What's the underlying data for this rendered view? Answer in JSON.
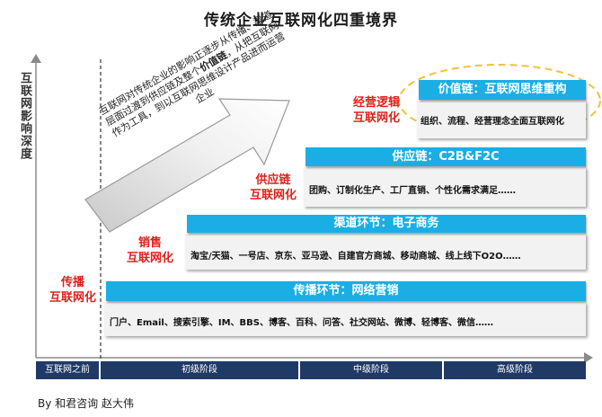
{
  "title": "传统企业互联网化四重境界",
  "y_axis_label": "互联网影响深度",
  "arrow_text": {
    "part1": "互联网对传统企业的影响正逐步从传播、渠道层面过渡到供应链及整个",
    "bold": "价值链",
    "part2": "，从把互联网作为工具，到以互联网思维设计产品进而运营企业"
  },
  "stages": [
    {
      "red_label": [
        "传播",
        "互联网化"
      ],
      "header": "传播环节：网络营销",
      "desc": "门户、Email、搜索引擎、IM、BBS、博客、百科、问答、社交网站、微博、轻博客、微信……"
    },
    {
      "red_label": [
        "销售",
        "互联网化"
      ],
      "header": "渠道环节：电子商务",
      "desc": "淘宝/天猫、一号店、京东、亚马逊、自建官方商城、移动商城、线上线下O2O……"
    },
    {
      "red_label": [
        "供应链",
        "互联网化"
      ],
      "header": "供应链：C2B&F2C",
      "desc": "团购、订制化生产、工厂直销、个性化需求满足……"
    },
    {
      "red_label": [
        "经营逻辑",
        "互联网化"
      ],
      "header": "价值链：互联网思维重构",
      "desc": "组织、流程、经营理念全面互联网化"
    }
  ],
  "x_axis": [
    "互联网之前",
    "初级阶段",
    "中级阶段",
    "高级阶段"
  ],
  "footer": "By 和君咨询 赵大伟",
  "colors": {
    "header_blue": "#1aaee5",
    "axis_navy": "#1f3a66",
    "red": "#e0201b",
    "highlight": "#f0c040"
  }
}
